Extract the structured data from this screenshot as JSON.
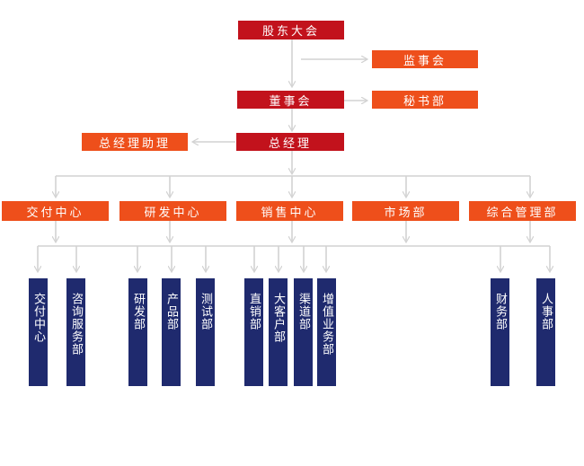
{
  "top": {
    "shareholders": "股东大会",
    "supervisors": "监事会",
    "board": "董事会",
    "secretary": "秘书部",
    "gm": "总经理",
    "gm_assistant": "总经理助理"
  },
  "centers": {
    "delivery": "交付中心",
    "rnd": "研发中心",
    "sales": "销售中心",
    "market": "市场部",
    "admin": "综合管理部"
  },
  "departments": {
    "delivery_center": "交付中心",
    "consulting": "咨询服务部",
    "research": "研发部",
    "product": "产品部",
    "testing": "测试部",
    "direct_sales": "直销部",
    "key_accounts": "大客户部",
    "channel": "渠道部",
    "value_added": "增值业务部",
    "finance": "财务部",
    "hr": "人事部"
  },
  "colors": {
    "top_red": "#c2121c",
    "mid_orange": "#ee4f1b",
    "dept_navy": "#1f2a6e",
    "connector_gray": "#d2d2d2"
  }
}
